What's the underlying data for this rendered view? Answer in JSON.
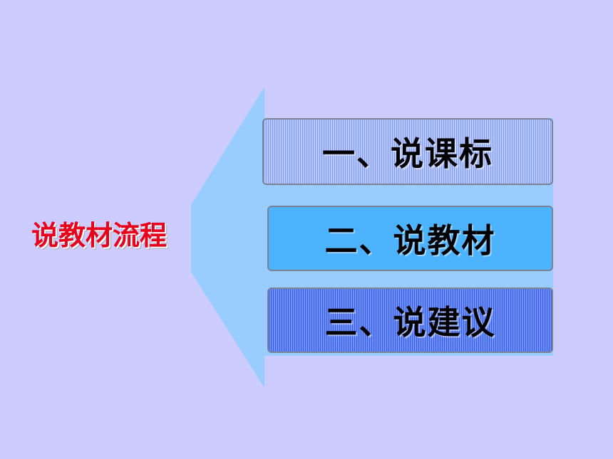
{
  "title": "说教材流程",
  "items": [
    {
      "label": "一、说课标"
    },
    {
      "label": "二、说教材"
    },
    {
      "label": "三、说建议"
    }
  ],
  "colors": {
    "background": "#ccccff",
    "title": "#e8001c",
    "funnel": "#99ccff",
    "item_1": "#a9bdff",
    "item_2": "#4db3ff",
    "item_3": "#4d73f0"
  }
}
